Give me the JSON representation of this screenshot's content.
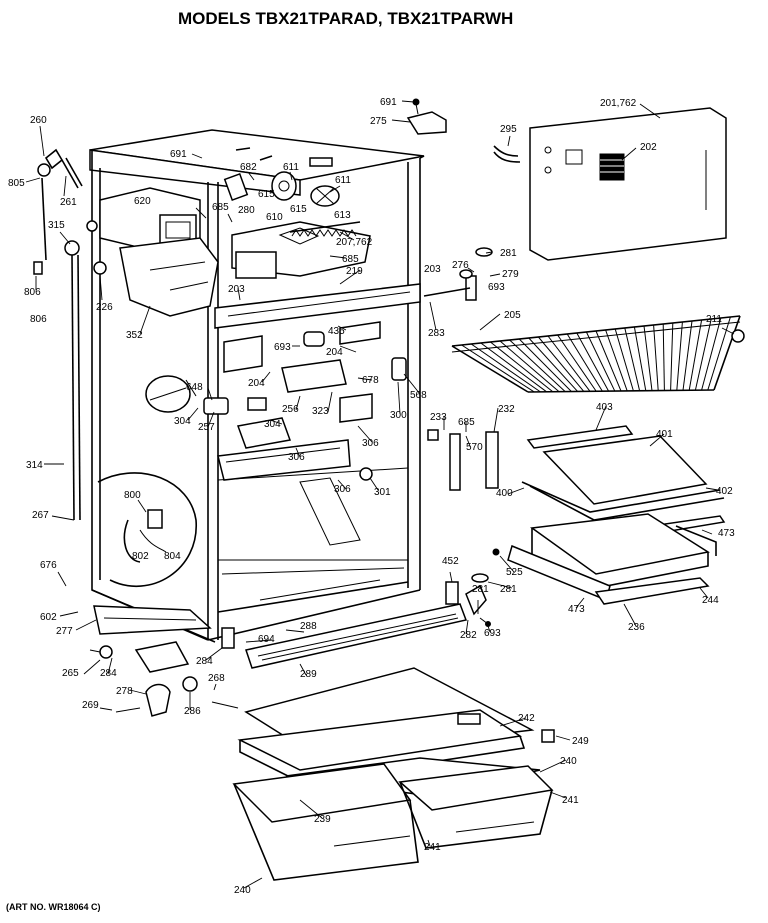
{
  "title": "MODELS TBX21TPARAD, TBX21TPARWH",
  "art_number": "(ART NO. WR18064 C)",
  "callouts": [
    "691",
    "275",
    "201,762",
    "295",
    "202",
    "260",
    "805",
    "261",
    "691",
    "682",
    "611",
    "611",
    "615",
    "280",
    "610",
    "615",
    "613",
    "620",
    "685",
    "207,762",
    "315",
    "685",
    "281",
    "203",
    "276",
    "279",
    "219",
    "806",
    "226",
    "693",
    "203",
    "283",
    "205",
    "211",
    "806",
    "352",
    "435",
    "693",
    "204",
    "678",
    "204",
    "568",
    "648",
    "256",
    "323",
    "300",
    "233",
    "685",
    "232",
    "403",
    "304",
    "257",
    "304",
    "306",
    "401",
    "570",
    "314",
    "306",
    "306",
    "301",
    "400",
    "402",
    "267",
    "800",
    "802",
    "804",
    "473",
    "452",
    "525",
    "676",
    "281",
    "602",
    "277",
    "244",
    "473",
    "236",
    "694",
    "288",
    "281",
    "282",
    "693",
    "265",
    "284",
    "284",
    "289",
    "278",
    "268",
    "286",
    "269",
    "242",
    "249",
    "240",
    "241",
    "239",
    "241",
    "240"
  ]
}
